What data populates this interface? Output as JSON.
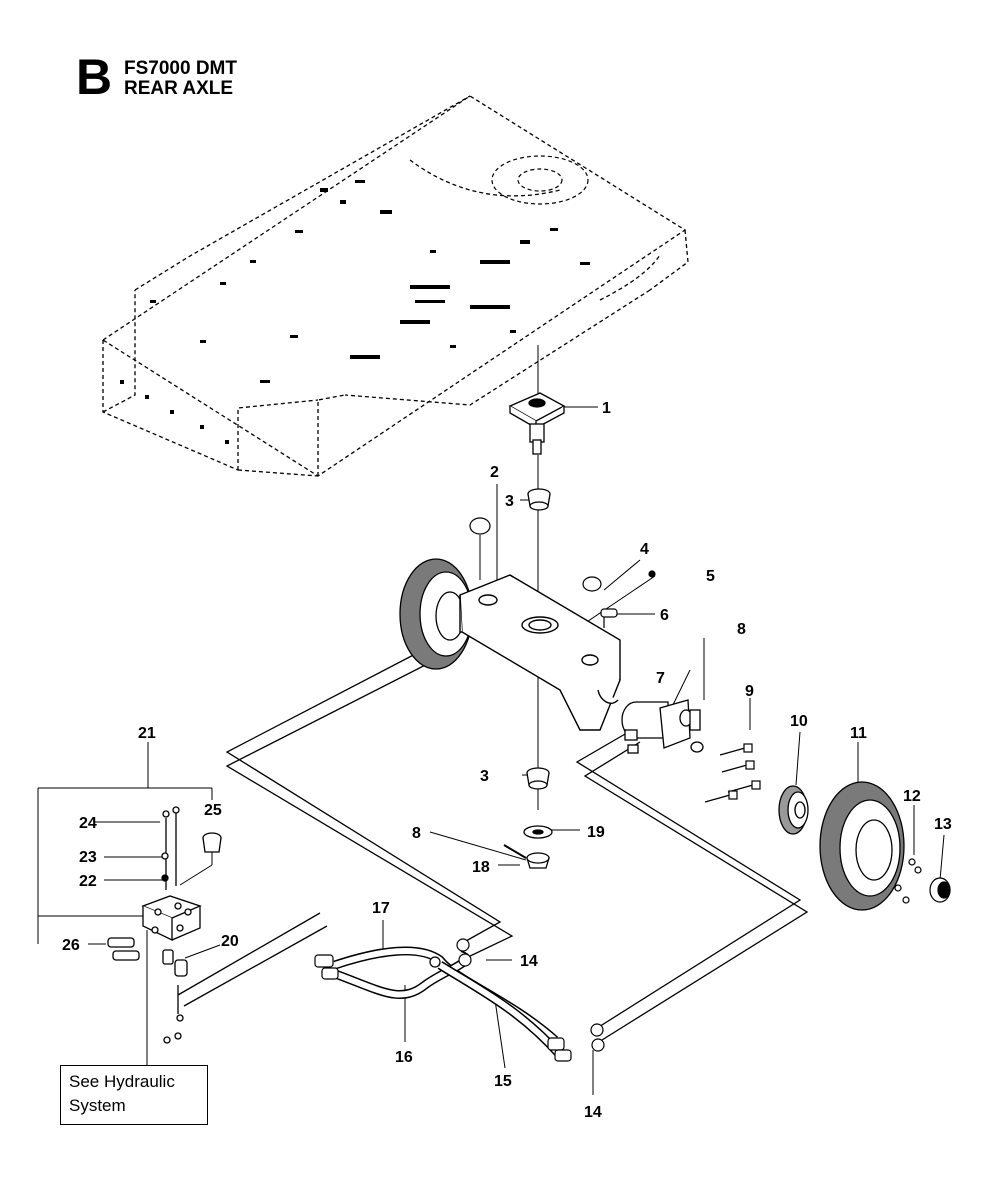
{
  "section_letter": "B",
  "title": {
    "line1": "FS7000 DMT",
    "line2": "REAR AXLE"
  },
  "note": {
    "line1": "See Hydraulic",
    "line2": "System"
  },
  "callouts": [
    "1",
    "2",
    "3",
    "3",
    "4",
    "5",
    "6",
    "7",
    "8",
    "8",
    "9",
    "10",
    "11",
    "12",
    "13",
    "14",
    "14",
    "15",
    "16",
    "17",
    "18",
    "19",
    "20",
    "21",
    "22",
    "23",
    "24",
    "25",
    "26"
  ],
  "colors": {
    "ink": "#000000",
    "paper": "#ffffff",
    "tire": "#777777"
  }
}
